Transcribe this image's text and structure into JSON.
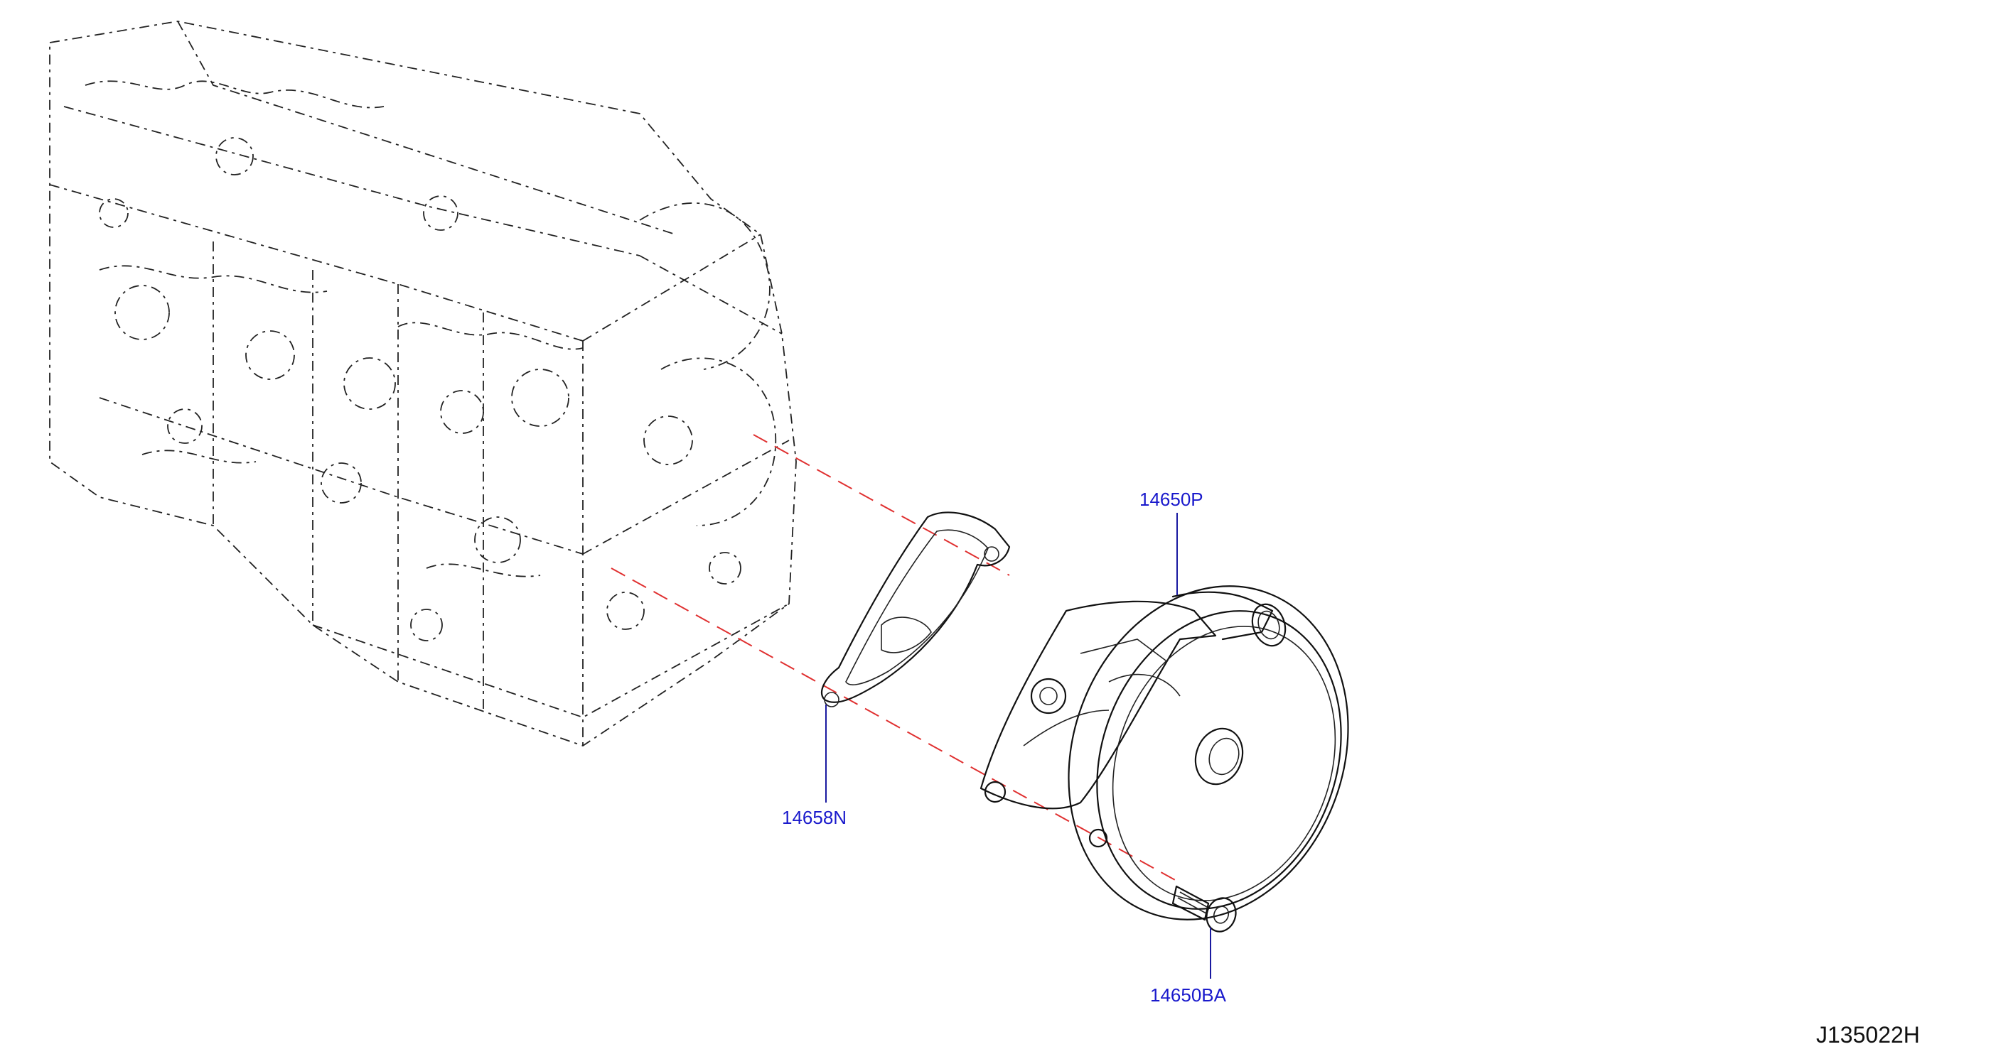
{
  "diagram": {
    "callouts": [
      {
        "id": "water-pump",
        "label": "14650P"
      },
      {
        "id": "gasket",
        "label": "14658N"
      },
      {
        "id": "bolt",
        "label": "14650BA"
      }
    ],
    "drawing_code": "J135022H",
    "colors": {
      "callout_text": "#1a1acc",
      "leader_line": "#1a1aa0",
      "assembly_axis": "#e03030",
      "linework": "#111111"
    }
  }
}
